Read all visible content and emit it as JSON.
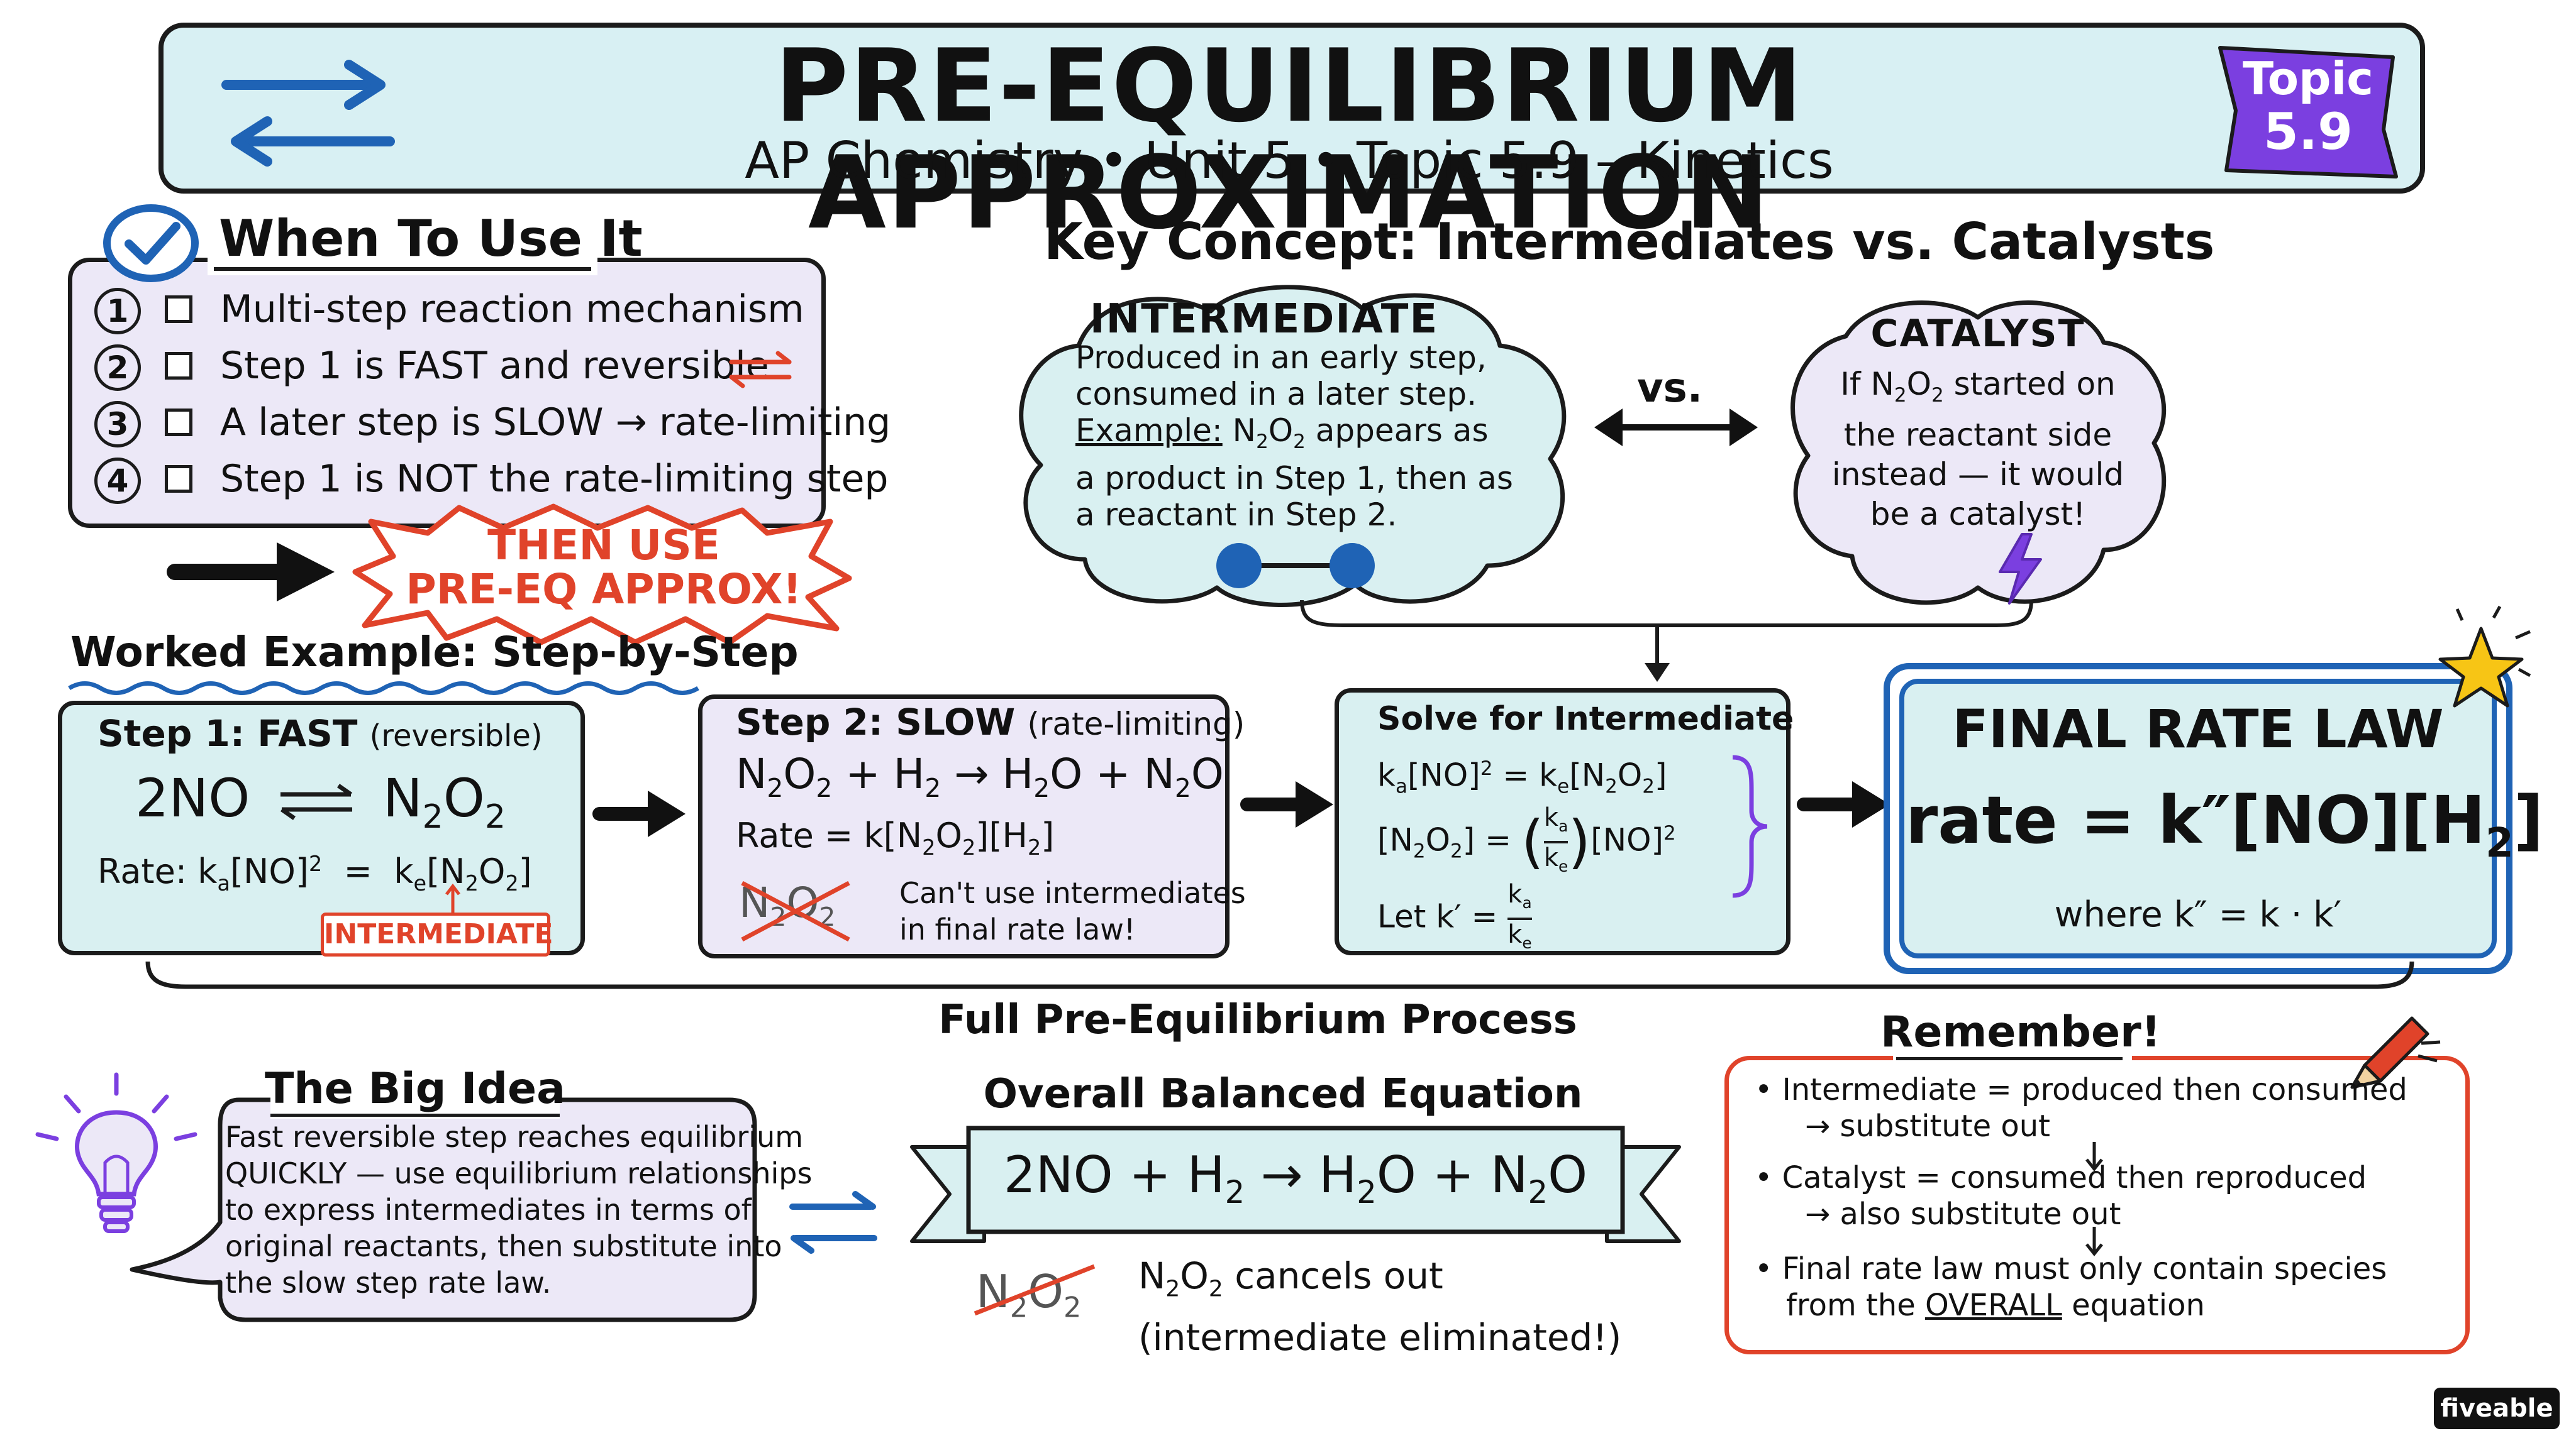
{
  "header": {
    "title": "PRE-EQUILIBRIUM APPROXIMATION",
    "subtitle": "AP Chemistry • Unit 5 • Topic 5.9 – Kinetics",
    "badge_line1": "Topic",
    "badge_line2": "5.9"
  },
  "when_to_use": {
    "title": "When To Use It",
    "items": [
      {
        "num": "1",
        "text": "Multi-step reaction mechanism"
      },
      {
        "num": "2",
        "text": "Step 1 is FAST and reversible"
      },
      {
        "num": "3",
        "text": "A later step is SLOW → rate-limiting"
      },
      {
        "num": "4",
        "text": "Step 1 is NOT the rate-limiting step"
      }
    ],
    "burst_line1": "THEN USE",
    "burst_line2": "PRE-EQ APPROX!"
  },
  "key_concept": {
    "title": "Key Concept:  Intermediates vs. Catalysts",
    "vs": "vs.",
    "intermediate": {
      "title": "INTERMEDIATE",
      "line1": "Produced in an early step,",
      "line2": "consumed in a later step.",
      "example_label": "Example:",
      "ex_line1_pre": " N",
      "ex_line1_post": " appears as",
      "ex_line2": "a product in Step 1, then as",
      "ex_line3": "a reactant in Step 2."
    },
    "catalyst": {
      "title": "CATALYST",
      "line1_pre": "If N",
      "line1_post": " started on",
      "line2": "the reactant side",
      "line3": "instead — it would",
      "line4": "be a catalyst!"
    }
  },
  "worked_example": {
    "title": "Worked Example: Step-by-Step",
    "step1": {
      "title": "Step 1: FAST",
      "title_note": "(reversible)",
      "eq_left": "2NO",
      "eq_right": "N",
      "rate_label": "Rate:",
      "tag": "INTERMEDIATE"
    },
    "step2": {
      "title": "Step 2: SLOW",
      "title_note": "(rate-limiting)",
      "rate": "Rate = k[N",
      "crossed": "N",
      "note1": "Can't use intermediates",
      "note2": "in final rate law!"
    },
    "solve": {
      "title": "Solve for Intermediate",
      "let": "Let  k′ ="
    },
    "final": {
      "title": "FINAL RATE LAW",
      "rate": "rate = k″[NO]",
      "where": "where  k″ = k · k′"
    },
    "process_label": "Full Pre-Equilibrium Process"
  },
  "big_idea": {
    "title": "The Big Idea",
    "lines": [
      "Fast reversible step reaches equilibrium",
      "QUICKLY — use equilibrium relationships",
      "to express intermediates in terms of",
      "original reactants, then substitute into",
      "the slow step rate law."
    ]
  },
  "overall": {
    "title": "Overall Balanced Equation",
    "equation": "2NO + H",
    "cancel_line1": "N",
    "cancel_line2": "(intermediate eliminated!)",
    "cancel_word": " cancels out"
  },
  "remember": {
    "title": "Remember!",
    "item1": "Intermediate = produced then consumed",
    "item1_sub": "→ substitute out",
    "item2": "Catalyst = consumed then reproduced",
    "item2_sub": "→ also substitute out",
    "item3_line1": "Final rate law must only contain species",
    "item3_pre": "from the ",
    "item3_u": "OVERALL",
    "item3_post": " equation"
  },
  "brand": "fiveable",
  "colors": {
    "header_fill": "#d8f0f3",
    "lavender": "#ece8f7",
    "teal": "#d9f0f1",
    "blue": "#1f63b5",
    "red": "#e0432a",
    "purple": "#7b3fe0"
  }
}
